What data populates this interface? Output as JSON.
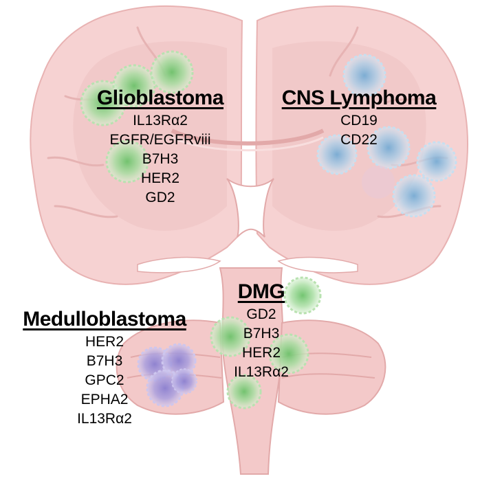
{
  "colors": {
    "brain_fill": "#f6d2d2",
    "brain_shade": "#eebebe",
    "brain_stroke": "#e8b2b2",
    "tumor_green": "#8fd48a",
    "tumor_blue": "#9ec9e6",
    "tumor_purple": "#a59ad8"
  },
  "groups": [
    {
      "id": "glioblastoma",
      "title": "Glioblastoma",
      "targets": [
        "IL13Rα2",
        "EGFR/EGFRviii",
        "B7H3",
        "HER2",
        "GD2"
      ]
    },
    {
      "id": "cns-lymphoma",
      "title": "CNS Lymphoma",
      "targets": [
        "CD19",
        "CD22"
      ]
    },
    {
      "id": "dmg",
      "title": "DMG",
      "targets": [
        "GD2",
        "B7H3",
        "HER2",
        "IL13Rα2"
      ]
    },
    {
      "id": "medulloblastoma",
      "title": "Medulloblastoma",
      "targets": [
        "HER2",
        "B7H3",
        "GPC2",
        "EPHA2",
        "IL13Rα2"
      ]
    }
  ]
}
